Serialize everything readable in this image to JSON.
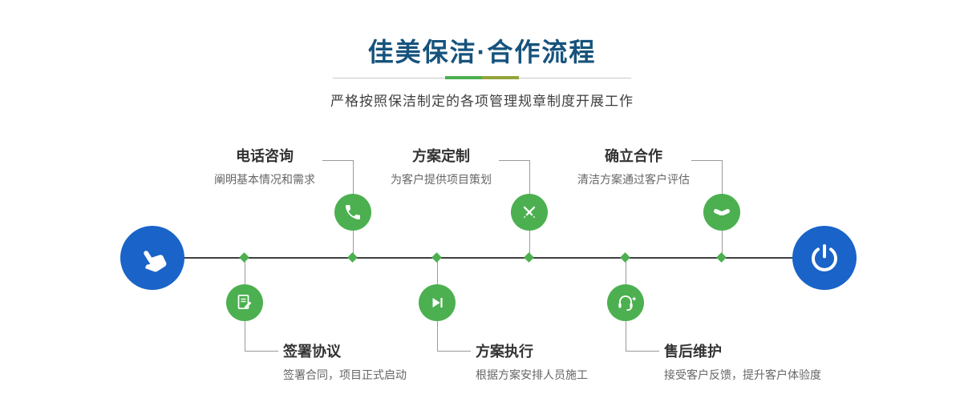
{
  "page": {
    "title": "佳美保洁·合作流程",
    "subtitle": "严格按照保洁制定的各项管理规章制度开展工作"
  },
  "steps": [
    {
      "title": "电话咨询",
      "desc": "阐明基本情况和需求",
      "icon": "phone-icon",
      "row": "top"
    },
    {
      "title": "方案定制",
      "desc": "为客户提供项目策划",
      "icon": "design-tools-icon",
      "row": "top"
    },
    {
      "title": "确立合作",
      "desc": "清洁方案通过客户评估",
      "icon": "handshake-icon",
      "row": "top"
    },
    {
      "title": "签署协议",
      "desc": "签署合同，项目正式启动",
      "icon": "contract-sign-icon",
      "row": "bottom"
    },
    {
      "title": "方案执行",
      "desc": "根据方案安排人员施工",
      "icon": "play-next-icon",
      "row": "bottom"
    },
    {
      "title": "售后维护",
      "desc": "接受客户反馈，提升客户体验度",
      "icon": "customer-service-icon",
      "row": "bottom"
    }
  ],
  "endpoints": {
    "start_icon": "pointing-hand-icon",
    "end_icon": "power-icon"
  },
  "colors": {
    "green": "#4cb050",
    "blue": "#1a63c8",
    "title_blue": "#16537c",
    "olive": "#93a43a",
    "line_dark": "#3f3f3f",
    "conn_gray": "#9a9a9a"
  }
}
